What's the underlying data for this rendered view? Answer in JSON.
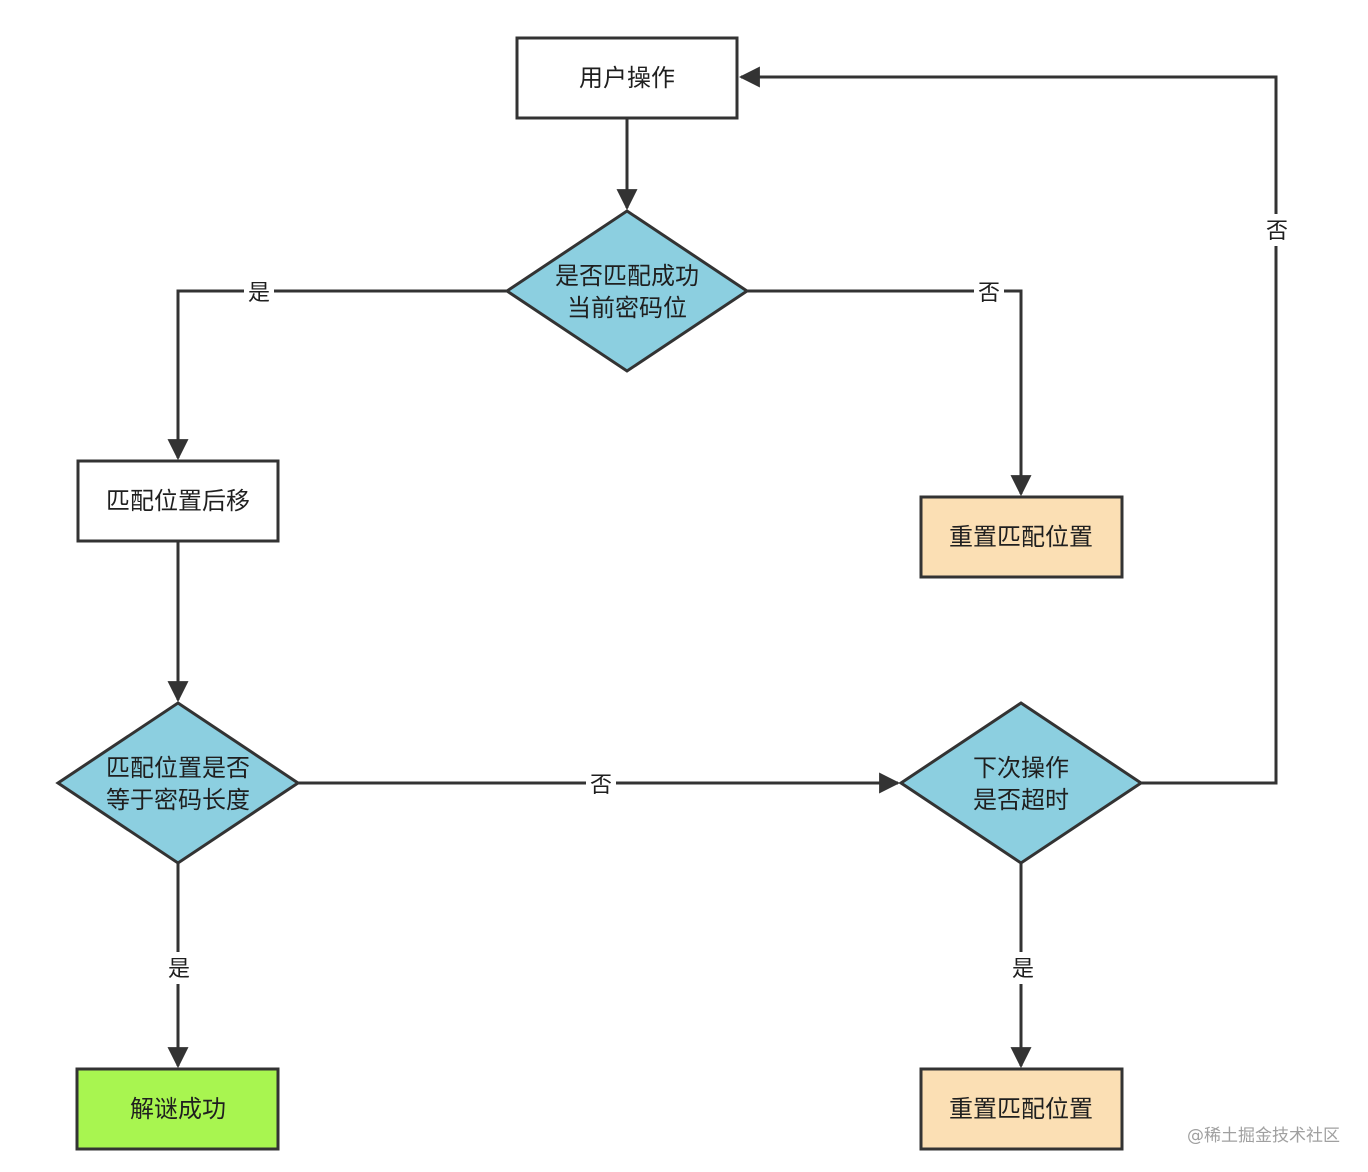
{
  "nodes": {
    "user_op": {
      "lines": [
        "用户操作"
      ],
      "fill": "#ffffff"
    },
    "match_current": {
      "lines": [
        "是否匹配成功",
        "当前密码位"
      ],
      "fill": "#8ccfe0"
    },
    "move_match": {
      "lines": [
        "匹配位置后移"
      ],
      "fill": "#ffffff"
    },
    "reset_match_1": {
      "lines": [
        "重置匹配位置"
      ],
      "fill": "#fbdfb4"
    },
    "check_length": {
      "lines": [
        "匹配位置是否",
        "等于密码长度"
      ],
      "fill": "#8ccfe0"
    },
    "next_timeout": {
      "lines": [
        "下次操作",
        "是否超时"
      ],
      "fill": "#8ccfe0"
    },
    "solved": {
      "lines": [
        "解谜成功"
      ],
      "fill": "#a8f550"
    },
    "reset_match_2": {
      "lines": [
        "重置匹配位置"
      ],
      "fill": "#fbdfb4"
    }
  },
  "edges": {
    "match_yes": "是",
    "match_no": "否",
    "length_no": "否",
    "length_yes": "是",
    "timeout_yes": "是",
    "timeout_no": "否"
  },
  "colors": {
    "stroke": "#333333",
    "decision": "#8ccfe0",
    "process": "#ffffff",
    "reset": "#fbdfb4",
    "success": "#a8f550"
  },
  "watermark": "@稀土掘金技术社区"
}
